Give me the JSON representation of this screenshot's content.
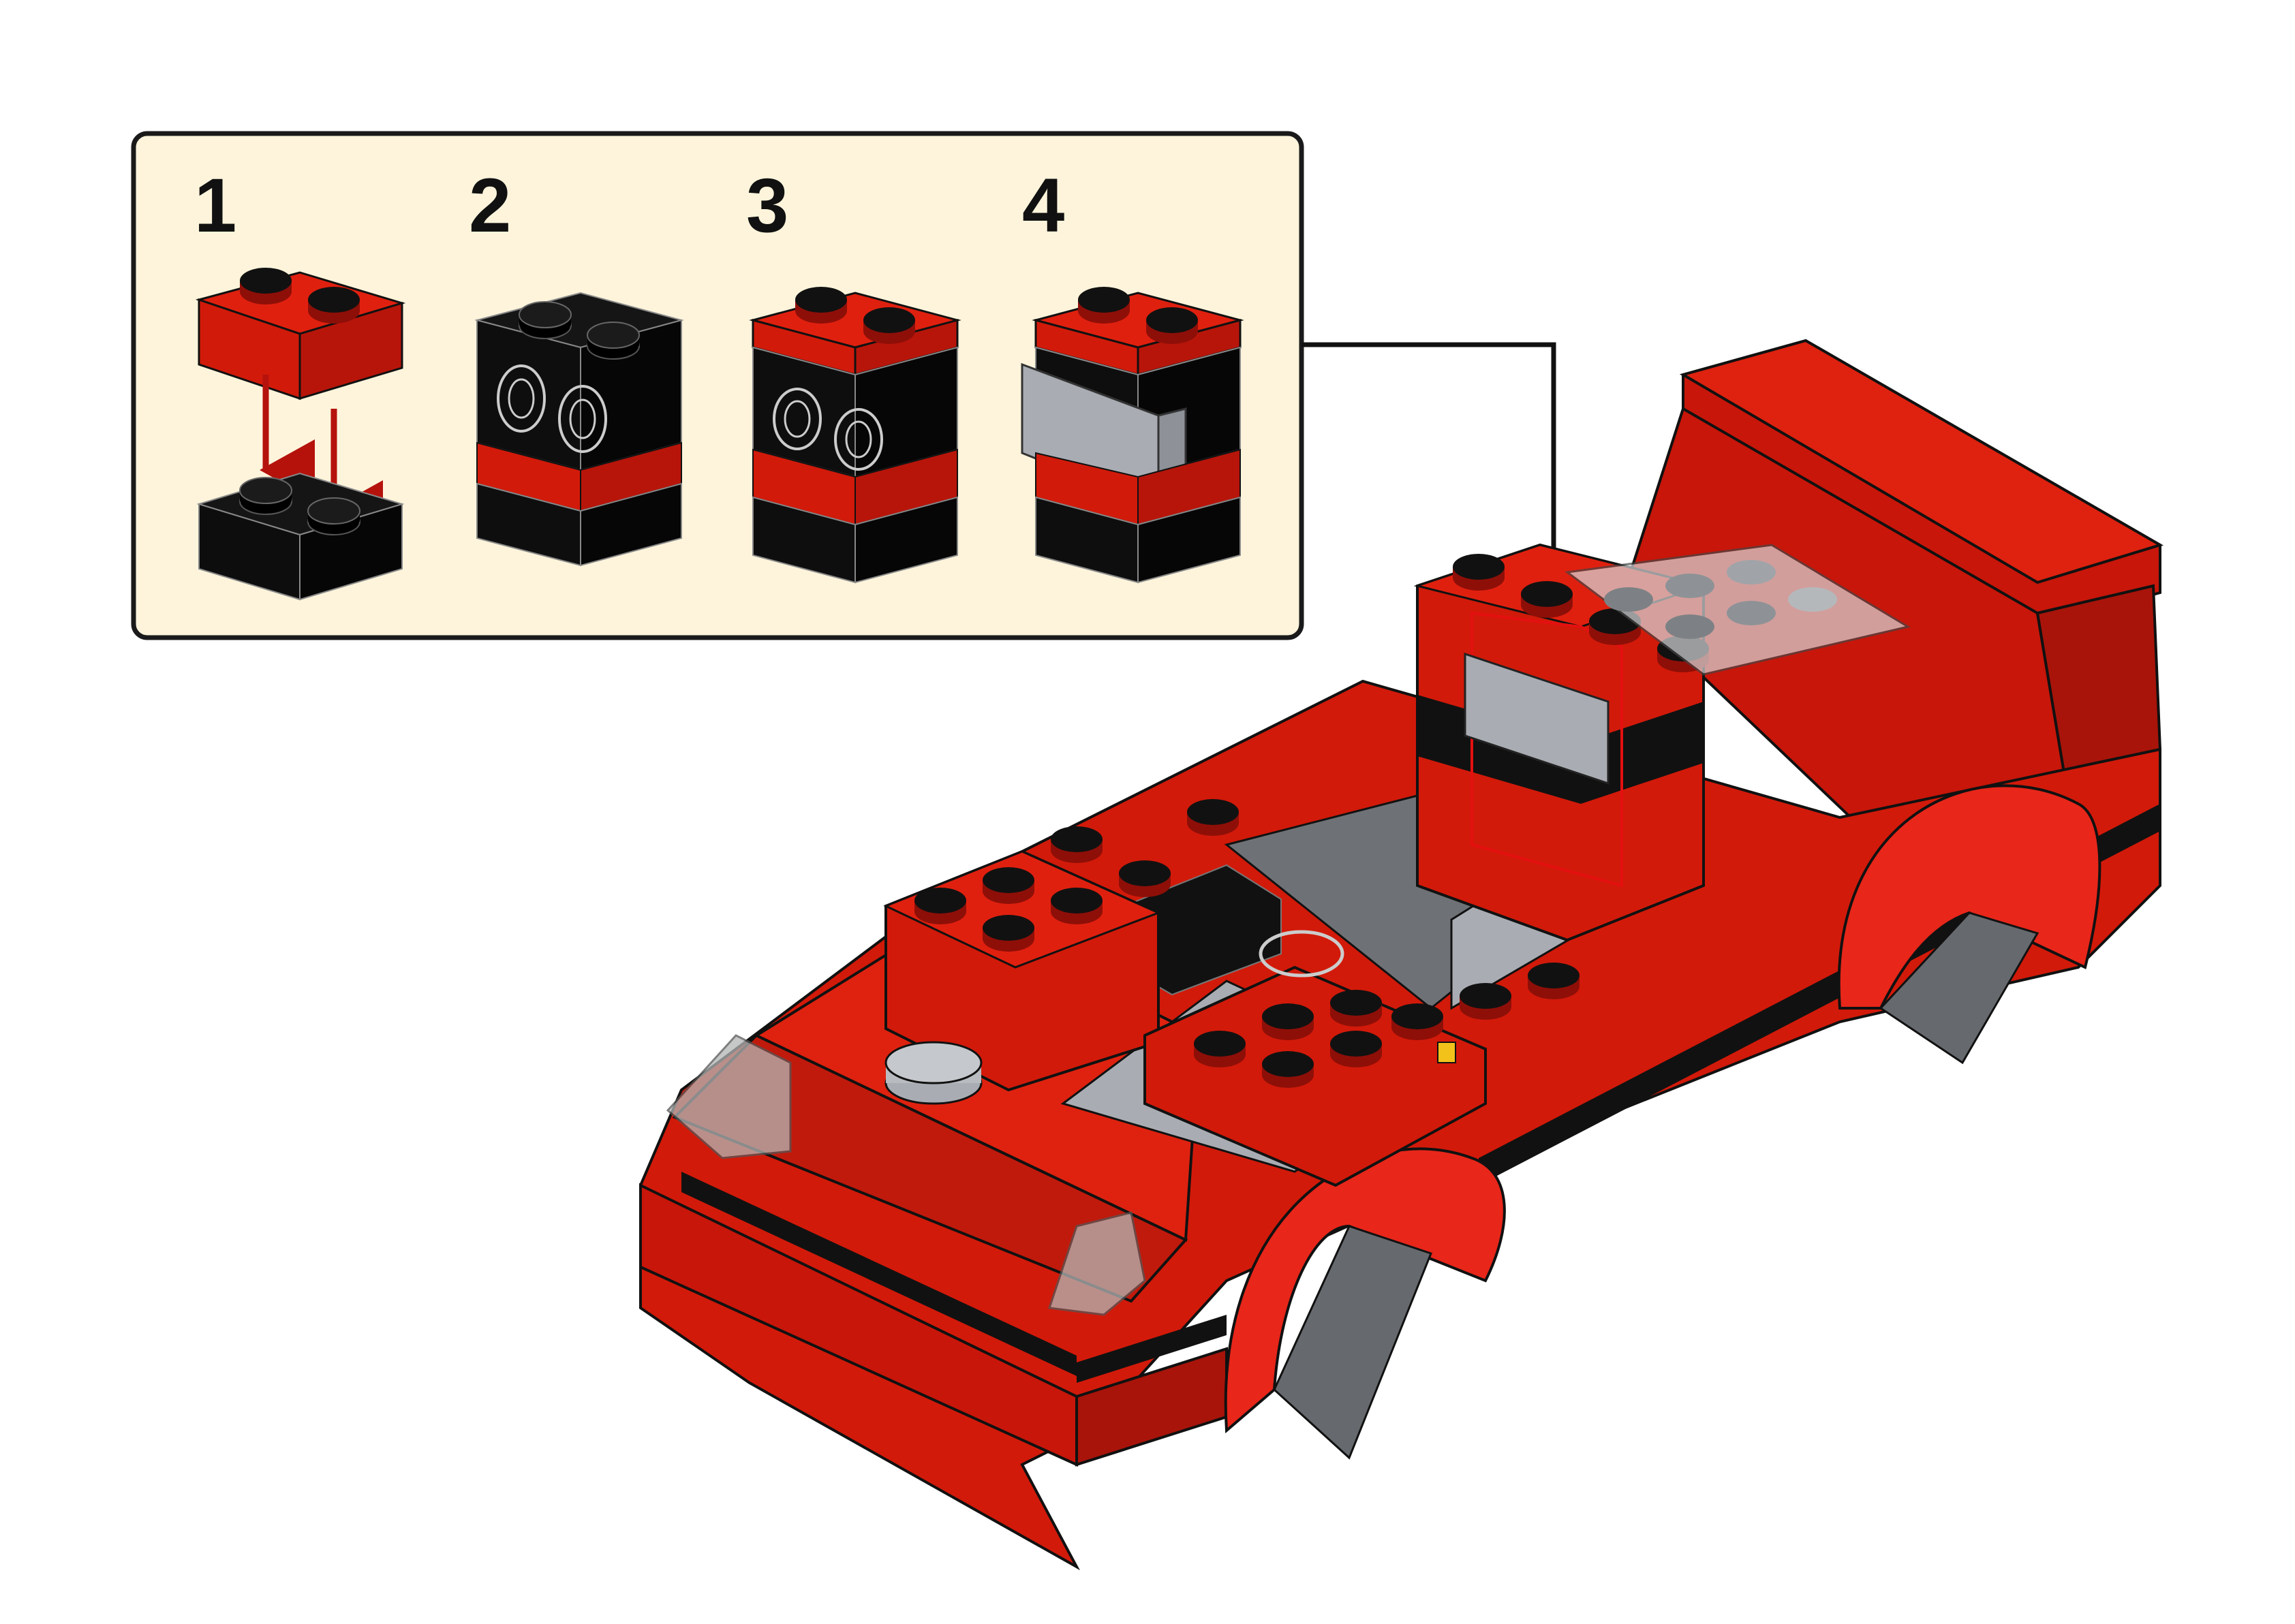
{
  "steps": [
    {
      "number": "1"
    },
    {
      "number": "2"
    },
    {
      "number": "3"
    },
    {
      "number": "4"
    }
  ],
  "colors": {
    "panel_bg": "#fdf4db",
    "panel_border": "#1a1a1a",
    "brick_red": "#d21a0a",
    "brick_red_shade": "#a8140a",
    "brick_black": "#111111",
    "brick_grey": "#a9adb3",
    "arrow_red": "#b5120c",
    "callout_line": "#111111"
  },
  "icons": {
    "assembly_arrow": "red-down-arrow-icon",
    "callout": "callout-arrow-icon"
  }
}
